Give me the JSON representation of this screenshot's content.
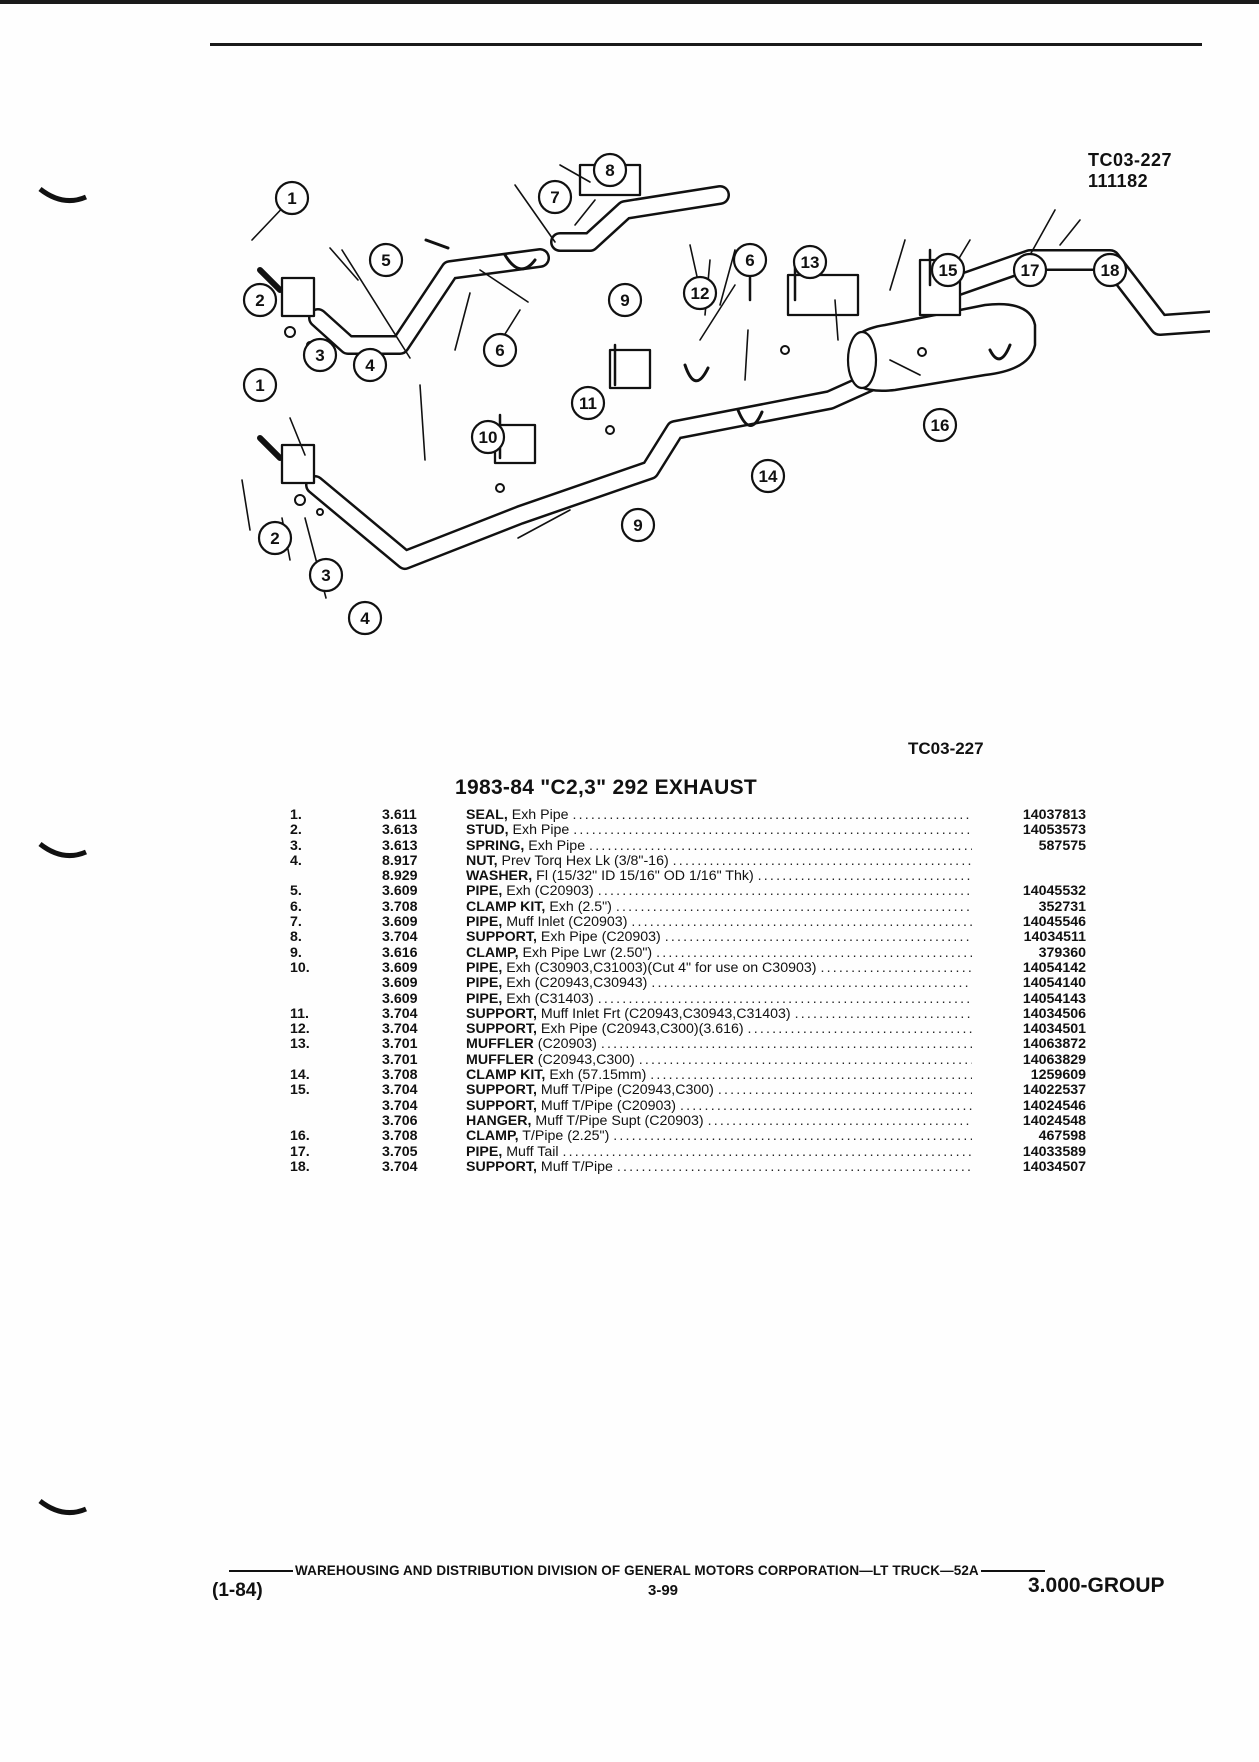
{
  "figure": {
    "code_top": "TC03-227",
    "date_code": "111182",
    "code_bottom": "TC03-227",
    "callouts": [
      "1",
      "2",
      "3",
      "4",
      "5",
      "6",
      "7",
      "8",
      "9",
      "10",
      "11",
      "12",
      "13",
      "14",
      "15",
      "16",
      "17",
      "18"
    ]
  },
  "section_title": "1983-84 \"C2,3\" 292 EXHAUST",
  "parts": [
    {
      "index": "1.",
      "group": "3.611",
      "name": "SEAL,",
      "detail": "Exh Pipe",
      "part_no": "14037813"
    },
    {
      "index": "2.",
      "group": "3.613",
      "name": "STUD,",
      "detail": "Exh Pipe",
      "part_no": "14053573"
    },
    {
      "index": "3.",
      "group": "3.613",
      "name": "SPRING,",
      "detail": "Exh Pipe",
      "part_no": "587575"
    },
    {
      "index": "4.",
      "group": "8.917",
      "name": "NUT,",
      "detail": "Prev Torq Hex Lk (3/8\"-16)",
      "part_no": ""
    },
    {
      "index": "",
      "group": "8.929",
      "name": "WASHER,",
      "detail": "Fl (15/32\" ID 15/16\" OD 1/16\" Thk)",
      "part_no": ""
    },
    {
      "index": "5.",
      "group": "3.609",
      "name": "PIPE,",
      "detail": "Exh (C20903)",
      "part_no": "14045532"
    },
    {
      "index": "6.",
      "group": "3.708",
      "name": "CLAMP KIT,",
      "detail": "Exh (2.5\")",
      "part_no": "352731"
    },
    {
      "index": "7.",
      "group": "3.609",
      "name": "PIPE,",
      "detail": "Muff Inlet (C20903)",
      "part_no": "14045546"
    },
    {
      "index": "8.",
      "group": "3.704",
      "name": "SUPPORT,",
      "detail": "Exh Pipe (C20903)",
      "part_no": "14034511"
    },
    {
      "index": "9.",
      "group": "3.616",
      "name": "CLAMP,",
      "detail": "Exh Pipe Lwr (2.50\")",
      "part_no": "379360"
    },
    {
      "index": "10.",
      "group": "3.609",
      "name": "PIPE,",
      "detail": "Exh (C30903,C31003)(Cut 4\" for use on C30903)",
      "part_no": "14054142"
    },
    {
      "index": "",
      "group": "3.609",
      "name": "PIPE,",
      "detail": "Exh (C20943,C30943)",
      "part_no": "14054140"
    },
    {
      "index": "",
      "group": "3.609",
      "name": "PIPE,",
      "detail": "Exh (C31403)",
      "part_no": "14054143"
    },
    {
      "index": "11.",
      "group": "3.704",
      "name": "SUPPORT,",
      "detail": "Muff Inlet Frt (C20943,C30943,C31403)",
      "part_no": "14034506"
    },
    {
      "index": "12.",
      "group": "3.704",
      "name": "SUPPORT,",
      "detail": "Exh Pipe (C20943,C300)(3.616)",
      "part_no": "14034501"
    },
    {
      "index": "13.",
      "group": "3.701",
      "name": "MUFFLER",
      "detail": "(C20903)",
      "part_no": "14063872"
    },
    {
      "index": "",
      "group": "3.701",
      "name": "MUFFLER",
      "detail": "(C20943,C300)",
      "part_no": "14063829"
    },
    {
      "index": "14.",
      "group": "3.708",
      "name": "CLAMP KIT,",
      "detail": "Exh (57.15mm)",
      "part_no": "1259609"
    },
    {
      "index": "15.",
      "group": "3.704",
      "name": "SUPPORT,",
      "detail": "Muff T/Pipe (C20943,C300)",
      "part_no": "14022537"
    },
    {
      "index": "",
      "group": "3.704",
      "name": "SUPPORT,",
      "detail": "Muff T/Pipe (C20903)",
      "part_no": "14024546"
    },
    {
      "index": "",
      "group": "3.706",
      "name": "HANGER,",
      "detail": "Muff T/Pipe Supt (C20903)",
      "part_no": "14024548"
    },
    {
      "index": "16.",
      "group": "3.708",
      "name": "CLAMP,",
      "detail": "T/Pipe (2.25\")",
      "part_no": "467598"
    },
    {
      "index": "17.",
      "group": "3.705",
      "name": "PIPE,",
      "detail": "Muff Tail",
      "part_no": "14033589"
    },
    {
      "index": "18.",
      "group": "3.704",
      "name": "SUPPORT,",
      "detail": "Muff T/Pipe",
      "part_no": "14034507"
    }
  ],
  "footer": {
    "division": "WAREHOUSING AND DISTRIBUTION DIVISION OF GENERAL MOTORS CORPORATION—LT TRUCK—52A",
    "date": "(1-84)",
    "page": "3-99",
    "group": "3.000-GROUP"
  }
}
